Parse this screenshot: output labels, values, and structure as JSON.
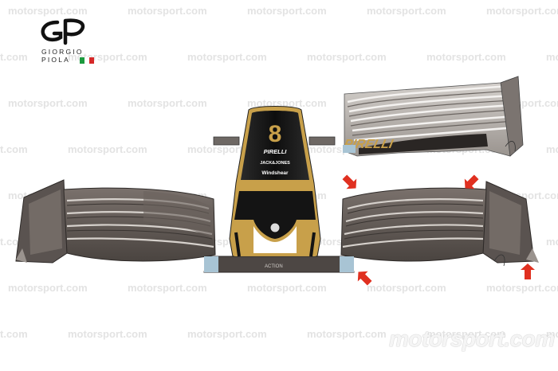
{
  "logo": {
    "line1": "GIORGIO",
    "line2": "PIOLA",
    "flag_colors": [
      "#1c9a3e",
      "#ffffff",
      "#d62828"
    ]
  },
  "watermark": {
    "text": "motorsport.com",
    "big_text": "motorsport.com"
  },
  "car": {
    "nose_number": "8",
    "sponsors": [
      "PIRELLI",
      "JACK&JONES",
      "Windshear"
    ],
    "wing_text": "ACTION"
  },
  "colors": {
    "gold": "#c8a04a",
    "body_black": "#141414",
    "wing_dark": "#5c5551",
    "wing_light": "#c9c4c0",
    "blue_tint": "#a8c4d4",
    "arrow_red": "#e03020"
  },
  "arrows": [
    {
      "direction": "down-right"
    },
    {
      "direction": "down-left"
    },
    {
      "direction": "up-right"
    },
    {
      "direction": "up"
    }
  ]
}
